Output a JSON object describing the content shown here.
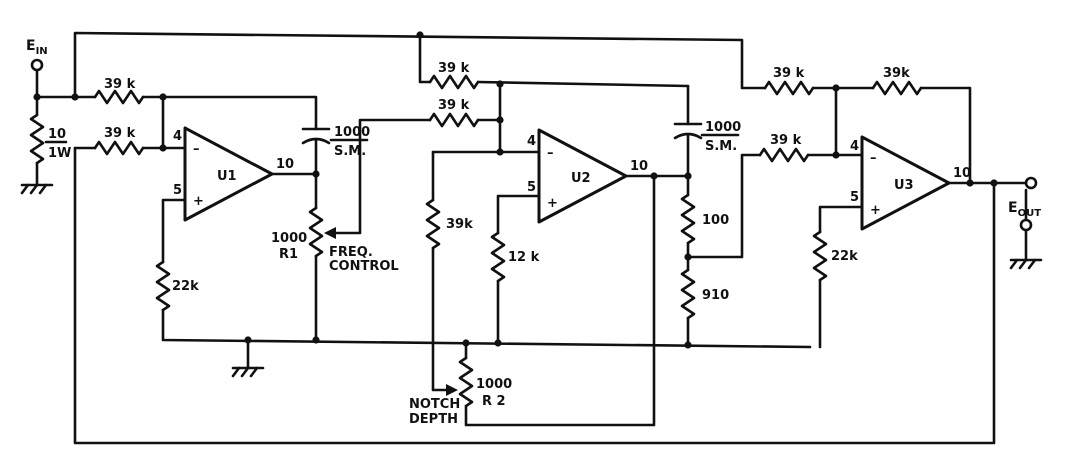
{
  "labels": {
    "e_in": "E",
    "e_in_sub": "IN",
    "e_out": "E",
    "e_out_sub": "OUT",
    "r_in_top": "39 k",
    "r_in_bottom": "39 k",
    "r_shunt": "10",
    "r_shunt_power": "1W",
    "u1": "U1",
    "u1_pin_inv": "4",
    "u1_pin_noninv": "5",
    "u1_pin_out": "10",
    "u1_minus": "–",
    "u1_plus": "+",
    "r_u1_ground": "22k",
    "c1_value": "1000",
    "c1_type": "S.M.",
    "r1_value": "1000",
    "r1_name": "R1",
    "r1_label_1": "FREQ.",
    "r1_label_2": "CONTROL",
    "r_top_u2": "39 k",
    "r_wiper_u2": "39 k",
    "u2": "U2",
    "u2_pin_inv": "4",
    "u2_pin_noninv": "5",
    "u2_pin_out": "10",
    "u2_minus": "–",
    "u2_plus": "+",
    "r_u2_left": "39k",
    "r_u2_ground": "12 k",
    "c2_value": "1000",
    "c2_type": "S.M.",
    "r_100": "100",
    "r_910": "910",
    "r2_value": "1000",
    "r2_name": "R 2",
    "r2_label_1": "NOTCH",
    "r2_label_2": "DEPTH",
    "r_u3_top_left": "39 k",
    "r_u3_top_right": "39k",
    "r_u3_in": "39 k",
    "u3": "U3",
    "u3_pin_inv": "4",
    "u3_pin_noninv": "5",
    "u3_pin_out": "10",
    "u3_minus": "–",
    "u3_plus": "+",
    "r_u3_ground": "22k"
  }
}
